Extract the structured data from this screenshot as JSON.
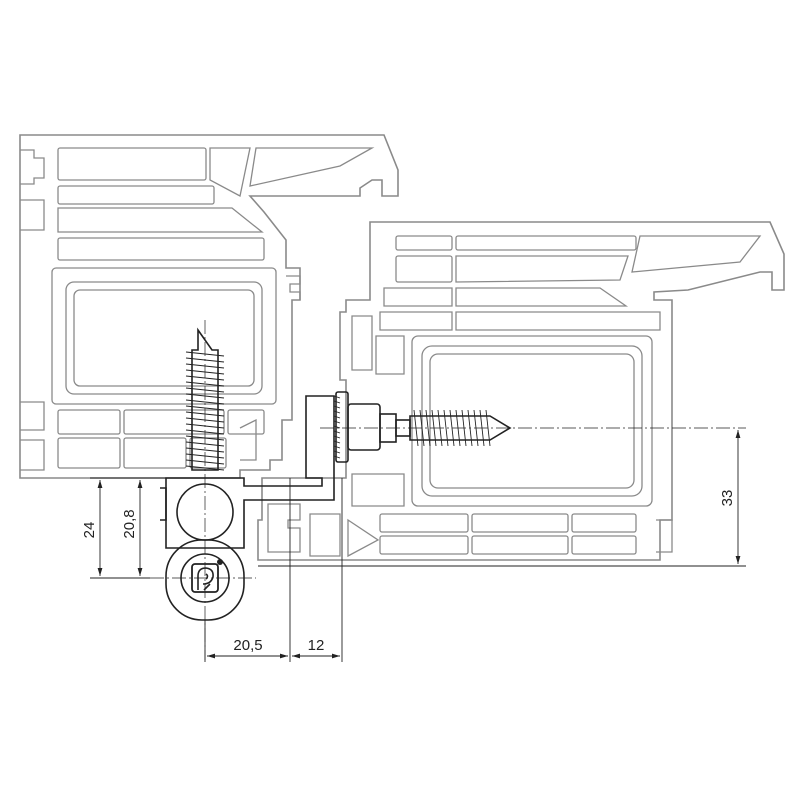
{
  "dimensions": {
    "d_24": "24",
    "d_20_8": "20,8",
    "d_20_5": "20,5",
    "d_12": "12",
    "d_33": "33"
  },
  "icons": {
    "brand_logo": "rooster-logo-icon"
  },
  "colors": {
    "profile_stroke": "#8a8a8a",
    "hardware_stroke": "#222222"
  }
}
